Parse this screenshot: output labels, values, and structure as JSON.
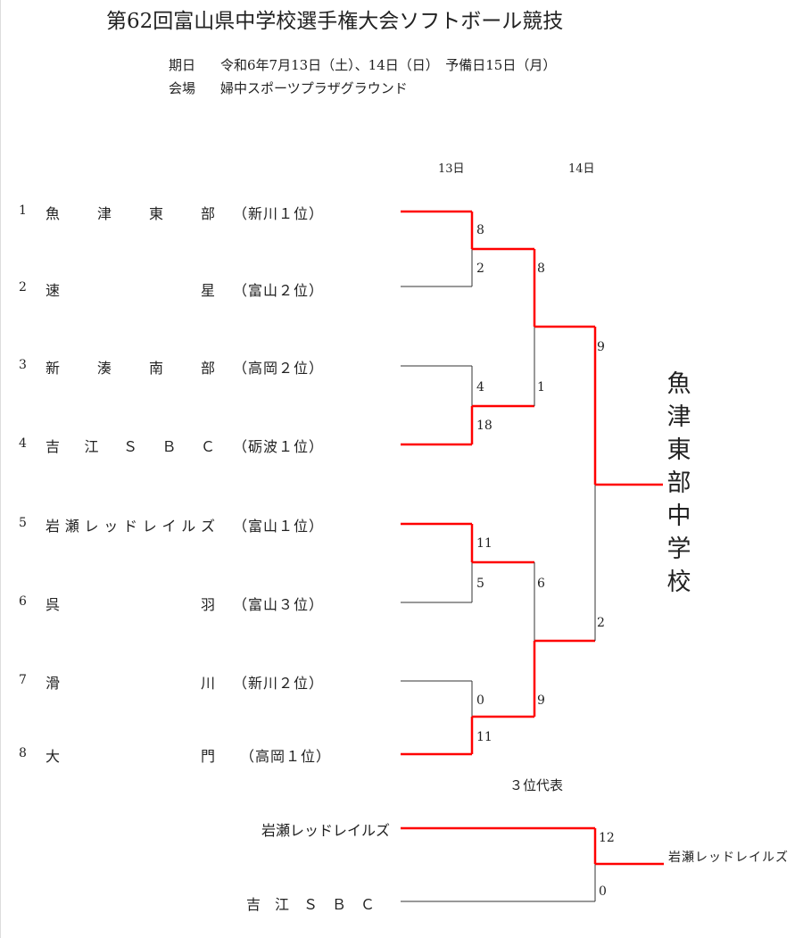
{
  "title": "第62回富山県中学校選手権大会ソフトボール競技",
  "schedule": {
    "label": "期日",
    "value": "令和6年7月13日（土）、14日（日）　予備日15日（月）"
  },
  "venue": {
    "label": "会場",
    "value": "婦中スポーツプラザグラウンド"
  },
  "days": [
    "13日",
    "14日"
  ],
  "teams": [
    {
      "seed": "1",
      "name": "魚津東部",
      "region": "（新川１位）"
    },
    {
      "seed": "2",
      "name": "速星",
      "region": "（富山２位）"
    },
    {
      "seed": "3",
      "name": "新湊南部",
      "region": "（高岡２位）"
    },
    {
      "seed": "4",
      "name": "吉江ＳＢＣ",
      "region": "（砺波１位）"
    },
    {
      "seed": "5",
      "name": "岩瀬レッドレイルズ",
      "region": "（富山１位）"
    },
    {
      "seed": "6",
      "name": "呉羽",
      "region": "（富山３位）"
    },
    {
      "seed": "7",
      "name": "滑川",
      "region": "（新川２位）"
    },
    {
      "seed": "8",
      "name": "大門",
      "region": "（高岡１位）"
    }
  ],
  "scores": {
    "r1": [
      [
        "8",
        "2"
      ],
      [
        "4",
        "18"
      ],
      [
        "11",
        "5"
      ],
      [
        "0",
        "11"
      ]
    ],
    "sf": [
      [
        "8",
        "1"
      ],
      [
        "6",
        "9"
      ]
    ],
    "final": [
      "9",
      "2"
    ]
  },
  "champion": "魚津東部中学校",
  "third": {
    "label": "３位代表",
    "team_a": "岩瀬レッドレイルズ",
    "team_b": "吉　江　Ｓ　Ｂ　Ｃ",
    "score_a": "12",
    "score_b": "0",
    "winner": "岩瀬レッドレイルズ"
  },
  "colors": {
    "win": "#ff0000",
    "line": "#333333"
  }
}
